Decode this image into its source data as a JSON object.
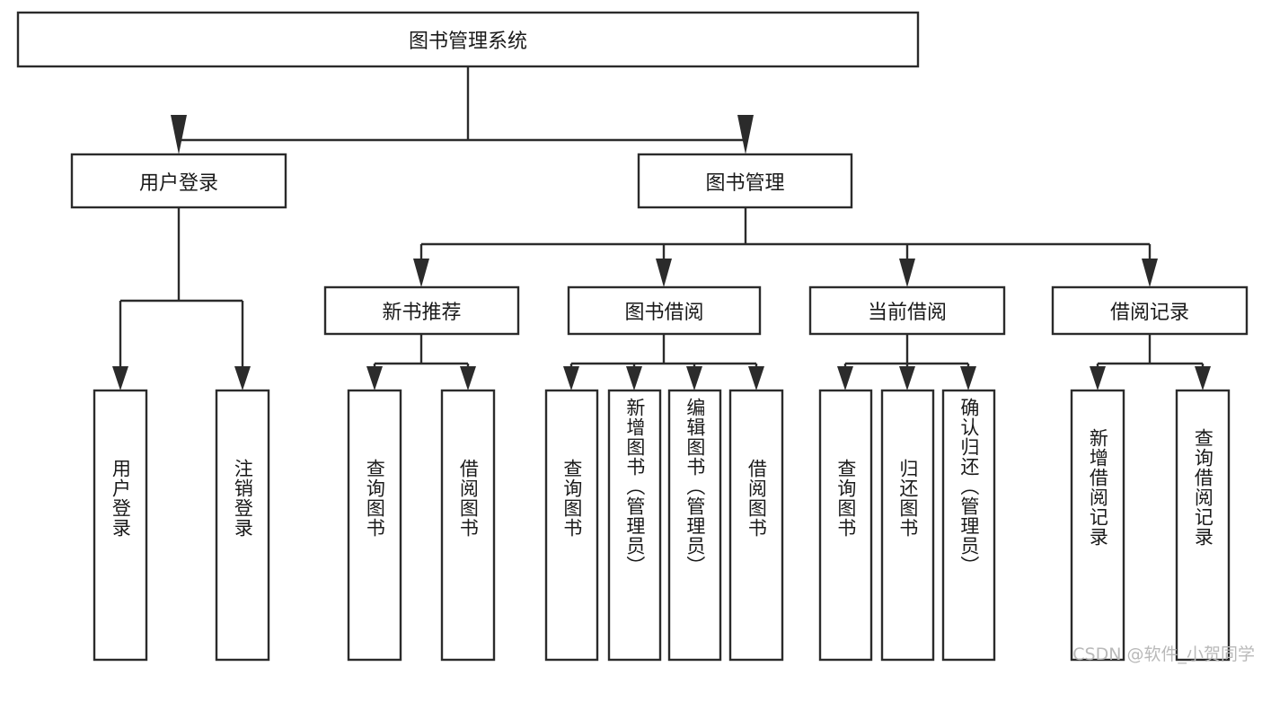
{
  "diagram": {
    "type": "hierarchy-tree",
    "title": "图书管理系统",
    "watermark": "CSDN @软件_小贺同学",
    "colors": {
      "background": "#ffffff",
      "stroke": "#2b2b2b",
      "text": "#1a1a1a",
      "watermark": "#b9b9b9"
    },
    "levels": [
      {
        "level": 1,
        "nodes": [
          {
            "id": "root",
            "label": "图书管理系统",
            "orientation": "horizontal"
          }
        ]
      },
      {
        "level": 2,
        "nodes": [
          {
            "id": "user-login",
            "label": "用户登录",
            "orientation": "horizontal",
            "parent": "root"
          },
          {
            "id": "book-manage",
            "label": "图书管理",
            "orientation": "horizontal",
            "parent": "root"
          }
        ]
      },
      {
        "level": 3,
        "nodes": [
          {
            "id": "new-book-rec",
            "label": "新书推荐",
            "orientation": "horizontal",
            "parent": "book-manage"
          },
          {
            "id": "book-borrow",
            "label": "图书借阅",
            "orientation": "horizontal",
            "parent": "book-manage"
          },
          {
            "id": "current-borrow",
            "label": "当前借阅",
            "orientation": "horizontal",
            "parent": "book-manage"
          },
          {
            "id": "borrow-record",
            "label": "借阅记录",
            "orientation": "horizontal",
            "parent": "book-manage"
          }
        ]
      },
      {
        "level": 4,
        "nodes": [
          {
            "id": "leaf-user-login",
            "label": "用户登录",
            "orientation": "vertical",
            "parent": "user-login"
          },
          {
            "id": "leaf-logout",
            "label": "注销登录",
            "orientation": "vertical",
            "parent": "user-login"
          },
          {
            "id": "leaf-query-book-1",
            "label": "查询图书",
            "orientation": "vertical",
            "parent": "new-book-rec"
          },
          {
            "id": "leaf-borrow-book-1",
            "label": "借阅图书",
            "orientation": "vertical",
            "parent": "new-book-rec"
          },
          {
            "id": "leaf-query-book-2",
            "label": "查询图书",
            "orientation": "vertical",
            "parent": "book-borrow"
          },
          {
            "id": "leaf-add-book",
            "label": "新增图书（管理员）",
            "orientation": "vertical",
            "parent": "book-borrow"
          },
          {
            "id": "leaf-edit-book",
            "label": "编辑图书（管理员）",
            "orientation": "vertical",
            "parent": "book-borrow"
          },
          {
            "id": "leaf-borrow-book-2",
            "label": "借阅图书",
            "orientation": "vertical",
            "parent": "book-borrow"
          },
          {
            "id": "leaf-query-book-3",
            "label": "查询图书",
            "orientation": "vertical",
            "parent": "current-borrow"
          },
          {
            "id": "leaf-return-book",
            "label": "归还图书",
            "orientation": "vertical",
            "parent": "current-borrow"
          },
          {
            "id": "leaf-confirm-return",
            "label": "确认归还（管理员）",
            "orientation": "vertical",
            "parent": "current-borrow"
          },
          {
            "id": "leaf-add-record",
            "label": "新增借阅记录",
            "orientation": "vertical",
            "parent": "borrow-record"
          },
          {
            "id": "leaf-query-record",
            "label": "查询借阅记录",
            "orientation": "vertical",
            "parent": "borrow-record"
          }
        ]
      }
    ]
  }
}
